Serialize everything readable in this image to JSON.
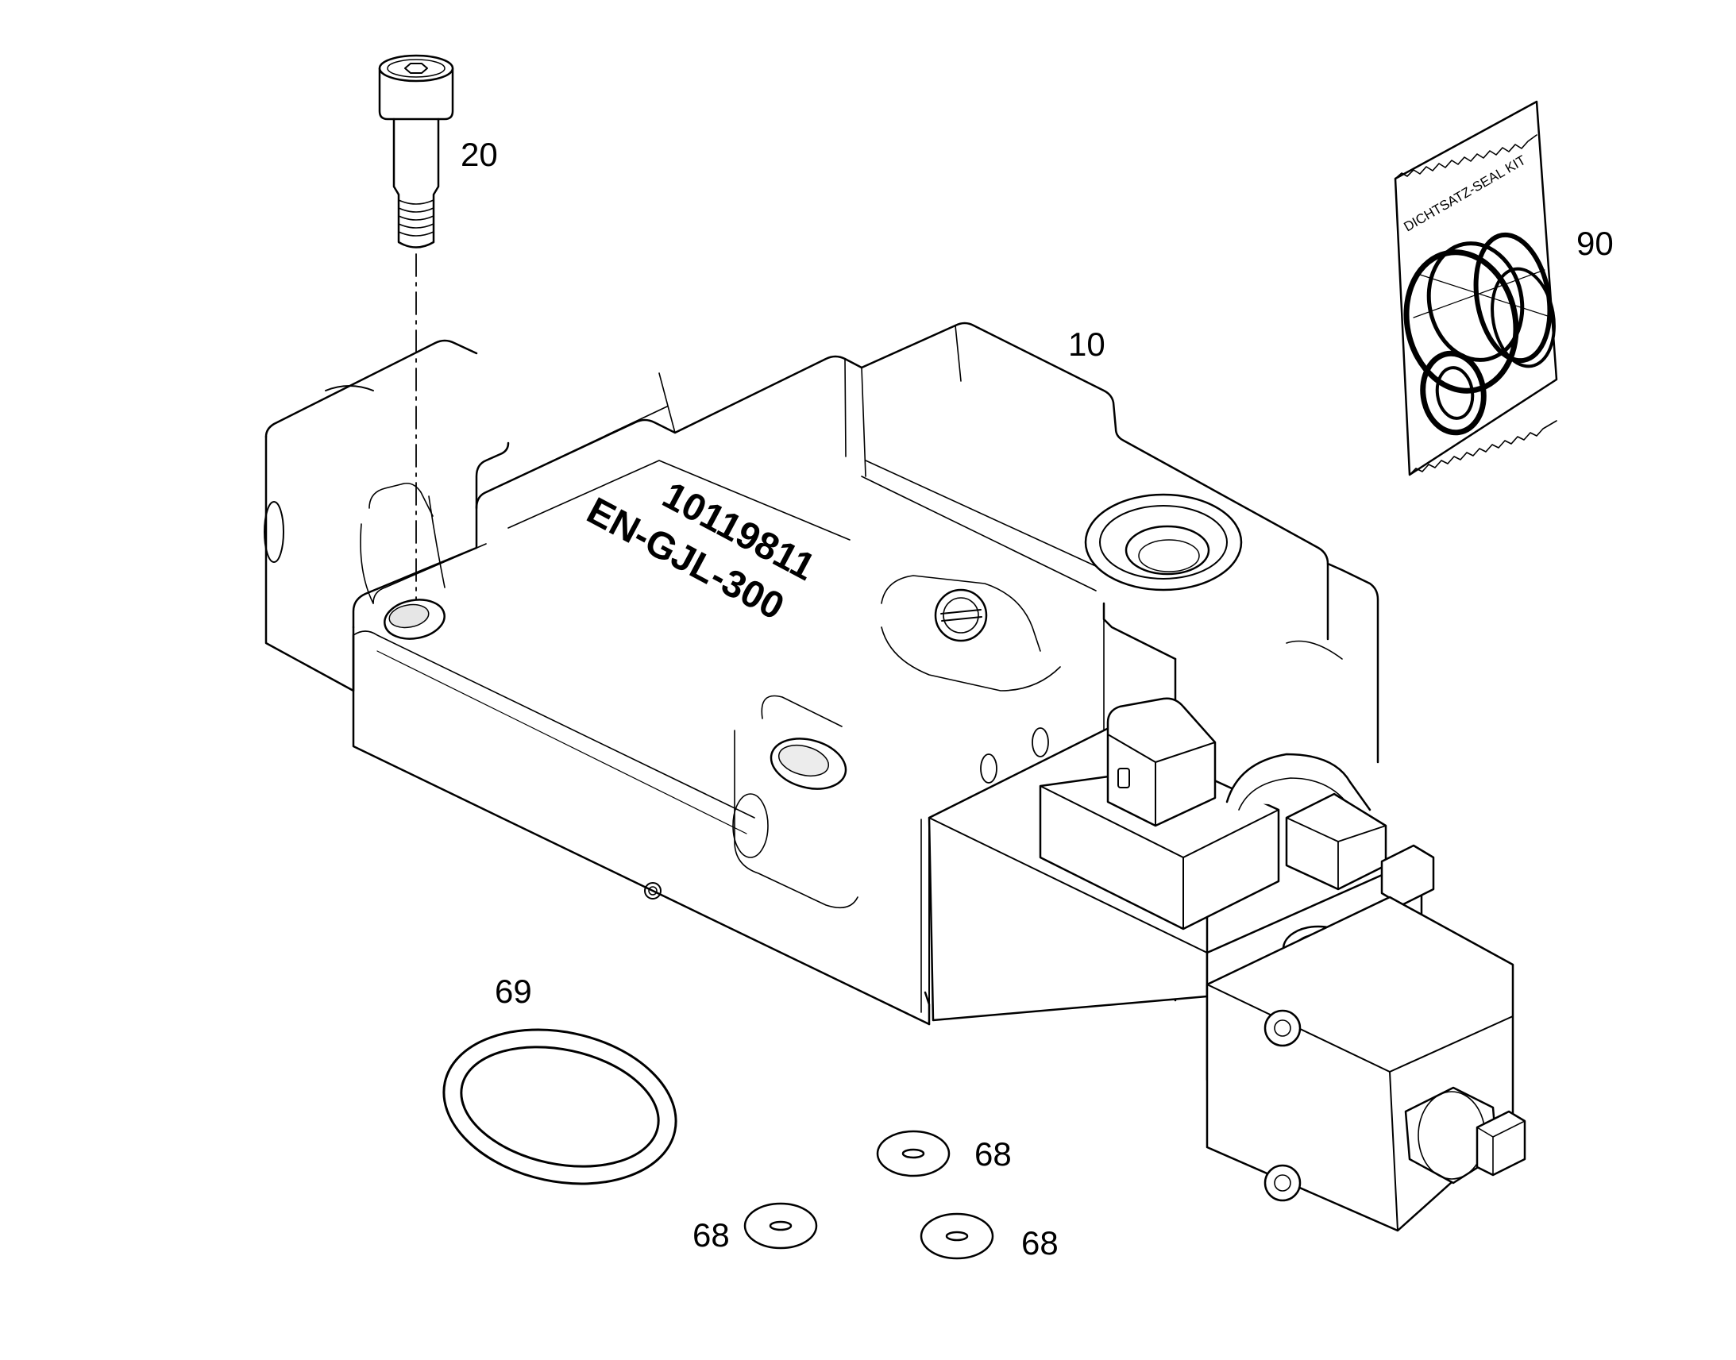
{
  "callouts": {
    "valve_section": "10",
    "cap_screw": "20",
    "seal_kit": "90",
    "o_ring_large": "69",
    "o_ring_small_1": "68",
    "o_ring_small_2": "68",
    "o_ring_small_3": "68"
  },
  "casting_marks": {
    "part_number": "10119811",
    "material": "EN-GJL-300"
  },
  "seal_kit_bag": {
    "text": "DICHTSATZ-SEAL KIT"
  },
  "connector": {
    "symbol": "0"
  },
  "colors": {
    "line": "#000000",
    "background": "#ffffff",
    "shading": "#dcdcdc"
  }
}
